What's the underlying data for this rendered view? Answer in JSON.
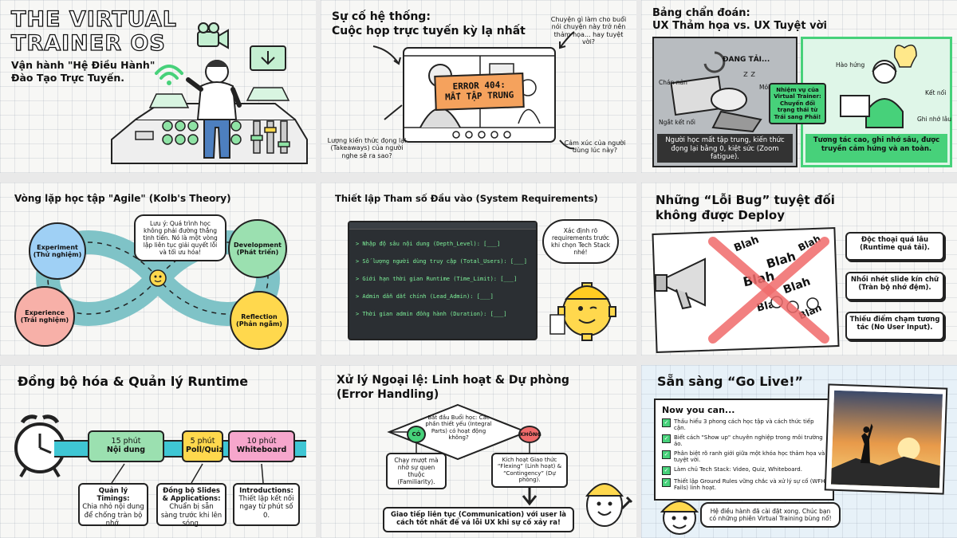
{
  "panel1": {
    "title_line1": "THE VIRTUAL",
    "title_line2": "TRAINER OS",
    "subtitle_line1": "Vận hành \"Hệ Điều Hành\"",
    "subtitle_line2": "Đào Tạo Trực Tuyến."
  },
  "panel2": {
    "title_line1": "Sự cố hệ thống:",
    "title_line2": "Cuộc họp trực tuyến kỳ lạ nhất",
    "error_line1": "ERROR 404:",
    "error_line2": "MẤT TẬP TRUNG",
    "callout_top_right": "Chuyện gì làm cho buổi nói chuyện này trở nên thảm họa... hay tuyệt vời?",
    "callout_bottom_left": "Lượng kiến thức đọng lại (Takeaways) của người nghe sẽ ra sao?",
    "callout_bottom_right": "Cảm xúc của người dùng lúc này?"
  },
  "panel3": {
    "title_line1": "Bảng chẩn đoán:",
    "title_line2": "UX Thảm họa vs. UX Tuyệt vời",
    "loading": "ĐANG TẢI...",
    "label_chan_nan": "Chán nản",
    "label_moi_mat": "Mỏi mắt",
    "label_ngat_ket_noi": "Ngắt kết nối",
    "bad_caption": "Người học mất tập trung, kiến thức đọng lại bằng 0, kiệt sức (Zoom fatigue).",
    "label_hao_hung": "Hào hứng",
    "label_ket_noi": "Kết nối",
    "label_ghi_nho_lau": "Ghi nhớ lâu",
    "mission": "Nhiệm vụ của Virtual Trainer: Chuyển đổi trạng thái từ Trái sang Phải!",
    "good_caption": "Tương tác cao, ghi nhớ sâu, được truyền cảm hứng và an toàn."
  },
  "panel4": {
    "title": "Vòng lặp học tập \"Agile\" (Kolb's Theory)",
    "experiment": "Experiment\n(Thử nghiệm)",
    "development": "Development\n(Phát triển)",
    "experience": "Experience\n(Trải nghiệm)",
    "reflection": "Reflection\n(Phản ngẫm)",
    "note": "Lưu ý: Quá trình học không phải đường thẳng tịnh tiến. Nó là một vòng lặp liên tục giải quyết lỗi và tối ưu hóa!"
  },
  "panel5": {
    "title": "Thiết lập Tham số Đầu vào (System Requirements)",
    "lines": [
      "> Nhập độ sâu nội dung (Depth_Level): [___]",
      "> Số lượng người dùng truy cập (Total_Users): [___]",
      "> Giới hạn thời gian Runtime (Time_Limit): [___]",
      "> Admin dẫn dắt chính (Lead_Admin): [___]",
      "> Thời gian admin đồng hành (Duration): [___]"
    ],
    "bubble": "Xác định rõ requirements trước khi chọn Tech Stack nhé!"
  },
  "panel6": {
    "title_line1": "Những “Lỗi Bug” tuyệt đối",
    "title_line2": "không được Deploy",
    "blah": "Blah",
    "bugs": [
      "Độc thoại quá lâu (Runtime quá tải).",
      "Nhồi nhét slide kín chữ (Tràn bộ nhớ đệm).",
      "Thiếu điểm chạm tương tác (No User Input)."
    ]
  },
  "panel7": {
    "title": "Đồng bộ hóa & Quản lý Runtime",
    "blocks": [
      {
        "time": "15 phút",
        "label": "Nội dung",
        "color": "#9be0b0"
      },
      {
        "time": "5 phút",
        "label": "Poll/Quiz",
        "color": "#ffd84d"
      },
      {
        "time": "10 phút",
        "label": "Whiteboard",
        "color": "#f6a6cc"
      }
    ],
    "notes": [
      {
        "head": "Quản lý Timings:",
        "body": "Chia nhỏ nội dung để chống tràn bộ nhớ."
      },
      {
        "head": "Đồng bộ Slides & Applications:",
        "body": "Chuẩn bị sẵn sàng trước khi lên sóng."
      },
      {
        "head": "Introductions:",
        "body": "Thiết lập kết nối ngay từ phút số 0."
      }
    ]
  },
  "panel8": {
    "title_line1": "Xử lý Ngoại lệ: Linh hoạt & Dự phòng",
    "title_line2": "(Error Handling)",
    "decision": "Bắt đầu Buổi học: Các phần thiết yếu (Integral Parts) có hoạt động không?",
    "yes": "CÓ",
    "no": "KHÔNG",
    "yes_result": "Chạy mượt mà nhờ sự quen thuộc (Familiarity).",
    "no_result": "Kích hoạt Giao thức “Flexing” (Linh hoạt) & “Contingency” (Dự phòng).",
    "bottom": "Giao tiếp liên tục (Communication) với user là cách tốt nhất để vá lỗi UX khi sự cố xảy ra!"
  },
  "panel9": {
    "title": "Sẵn sàng “Go Live!”",
    "now": "Now you can...",
    "checklist": [
      "Thấu hiểu 3 phong cách học tập và cách thức tiếp cận.",
      "Biết cách \"Show up\" chuyên nghiệp trong môi trường ảo.",
      "Phân biệt rõ ranh giới giữa một khóa học thảm họa và tuyệt vời.",
      "Làm chủ Tech Stack: Video, Quiz, Whiteboard.",
      "Thiết lập Ground Rules vững chắc và xử lý sự cố (WFH Fails) linh hoạt."
    ],
    "bubble": "Hệ điều hành đã cài đặt xong. Chúc bạn có những phiên Virtual Training bùng nổ!"
  },
  "colors": {
    "green_accent": "#47d17a",
    "terminal_bg": "#2b2f33",
    "error_orange": "#f5a25d",
    "good_panel": "#dff6e8",
    "bad_panel": "#b8bcc0"
  }
}
